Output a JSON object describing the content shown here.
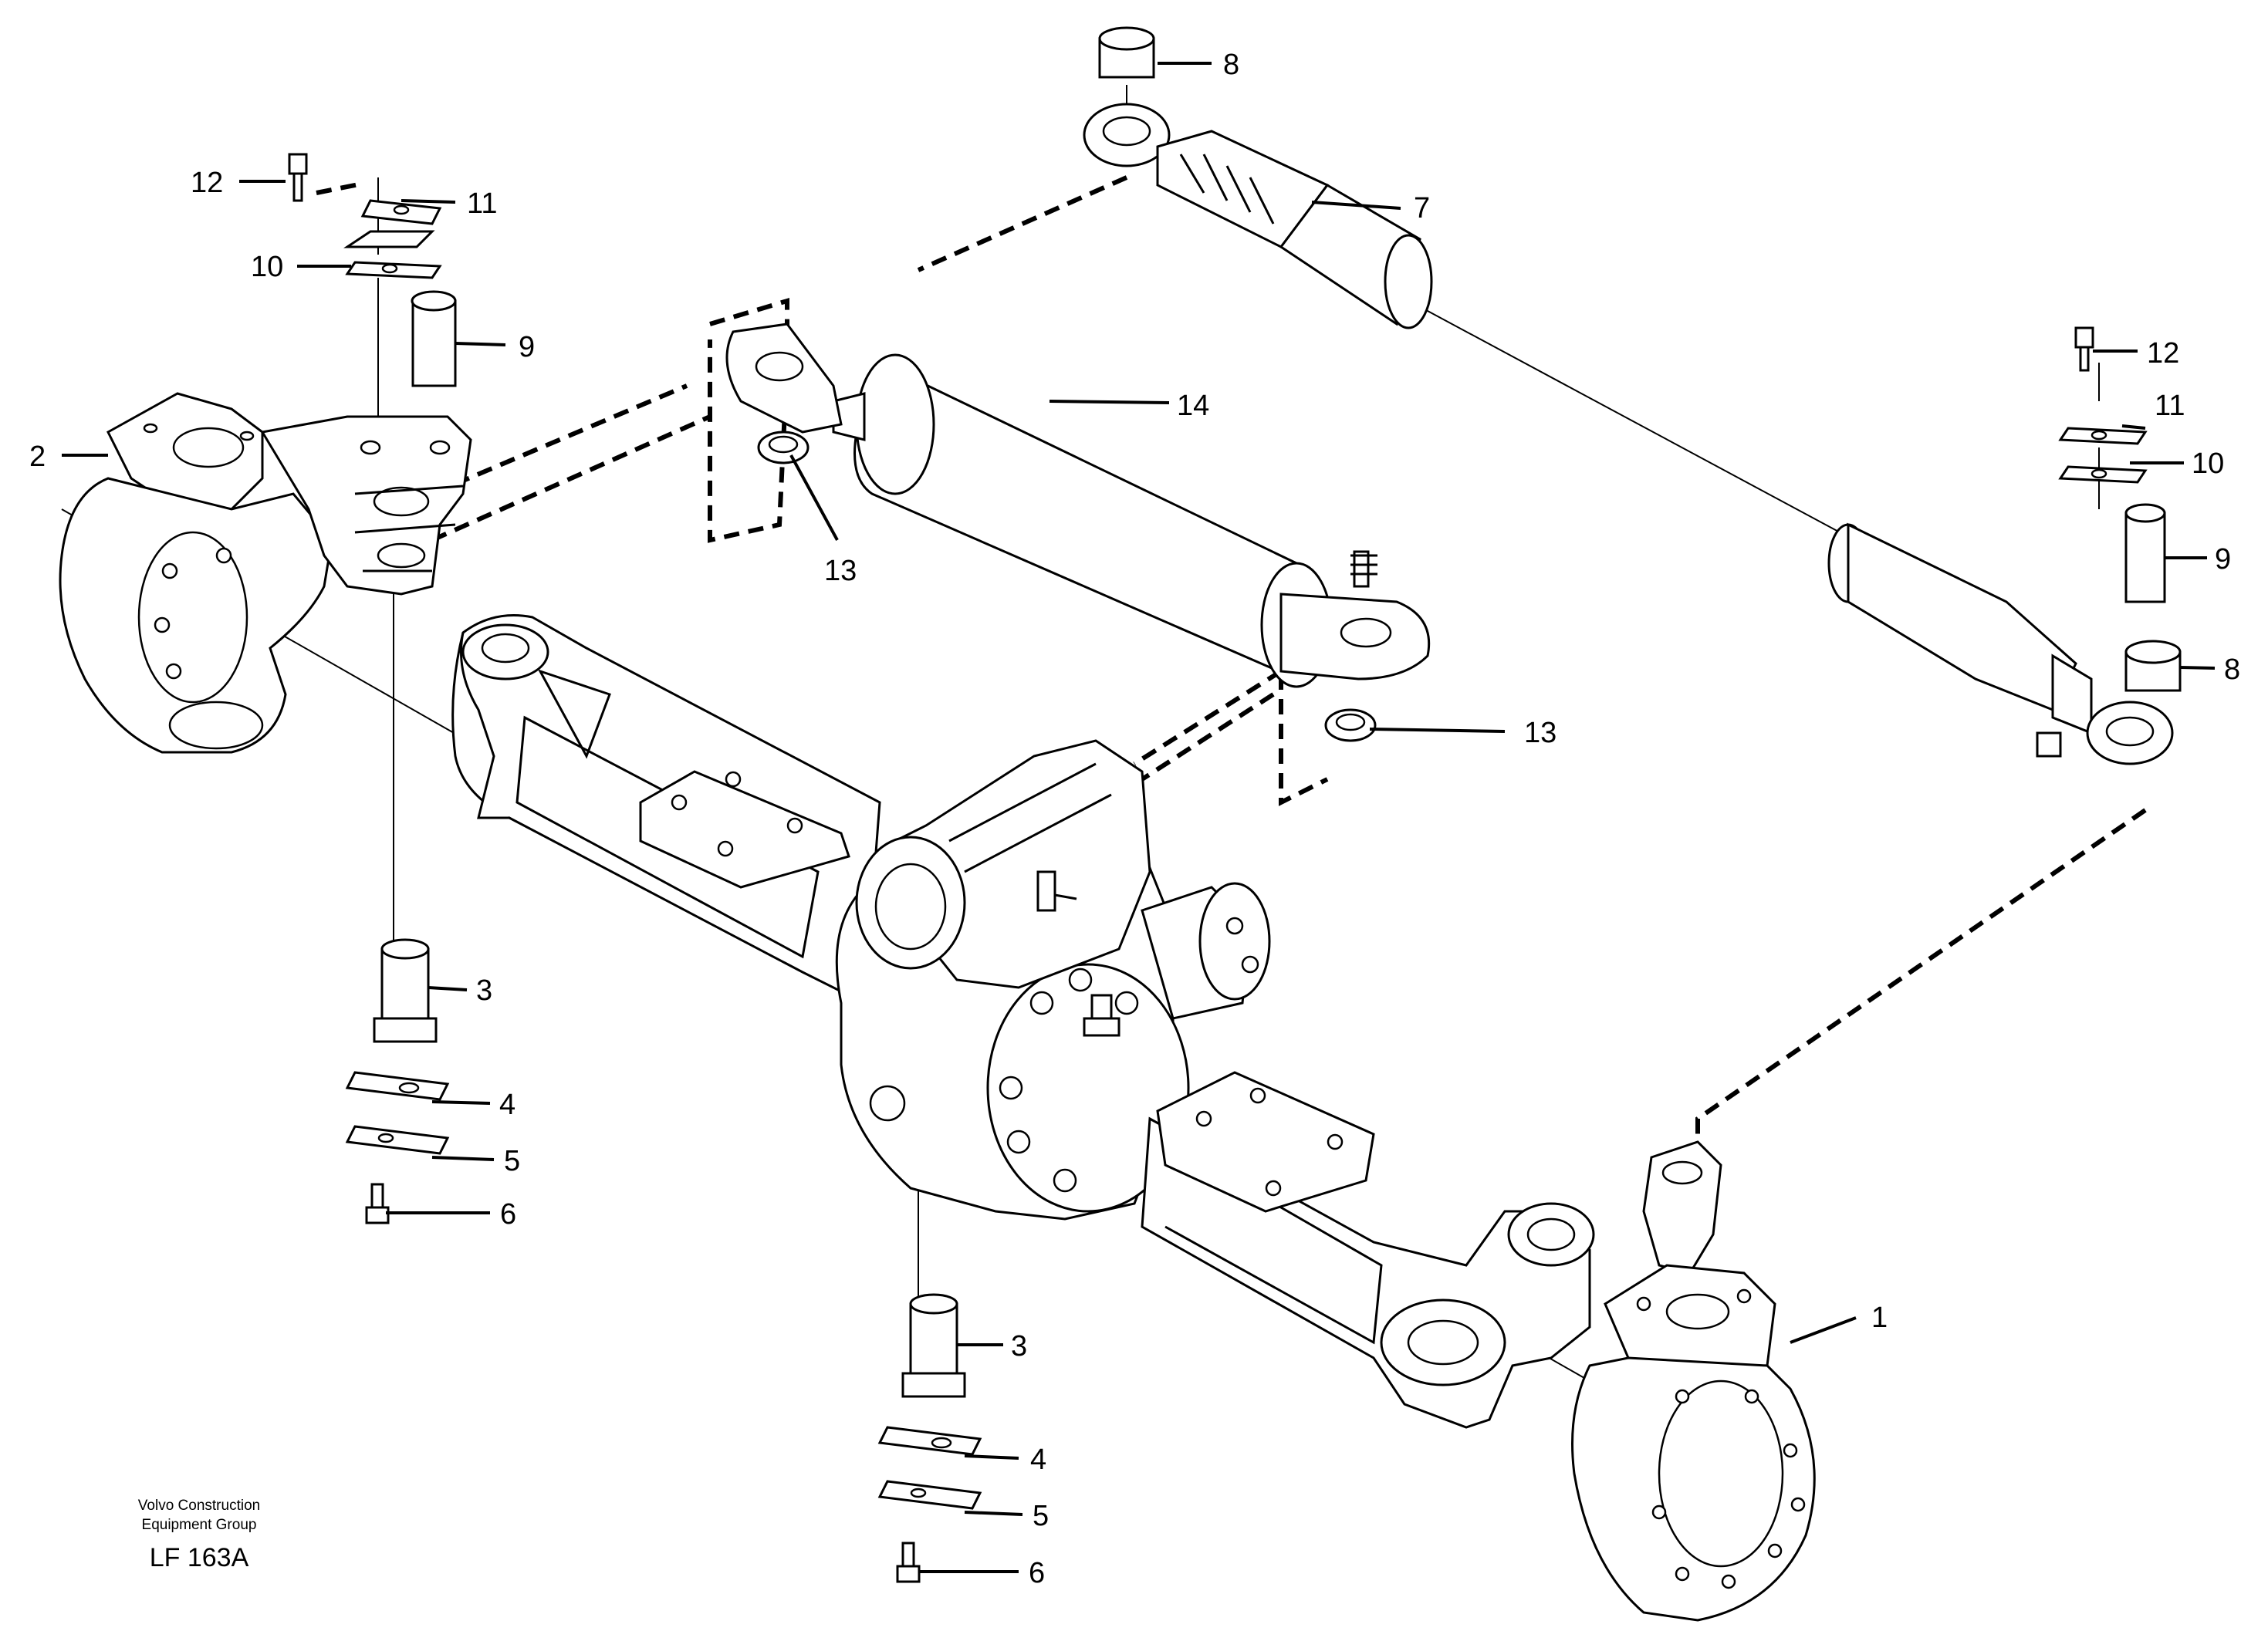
{
  "callouts": {
    "c1": "1",
    "c2": "2",
    "c3a": "3",
    "c3b": "3",
    "c4a": "4",
    "c4b": "4",
    "c5a": "5",
    "c5b": "5",
    "c6a": "6",
    "c6b": "6",
    "c7": "7",
    "c8a": "8",
    "c8b": "8",
    "c9a": "9",
    "c9b": "9",
    "c10a": "10",
    "c10b": "10",
    "c11a": "11",
    "c11b": "11",
    "c12a": "12",
    "c12b": "12",
    "c13a": "13",
    "c13b": "13",
    "c14": "14"
  },
  "footer": {
    "company_line1": "Volvo Construction",
    "company_line2": "Equipment Group",
    "drawing_code": "LF 163A"
  }
}
